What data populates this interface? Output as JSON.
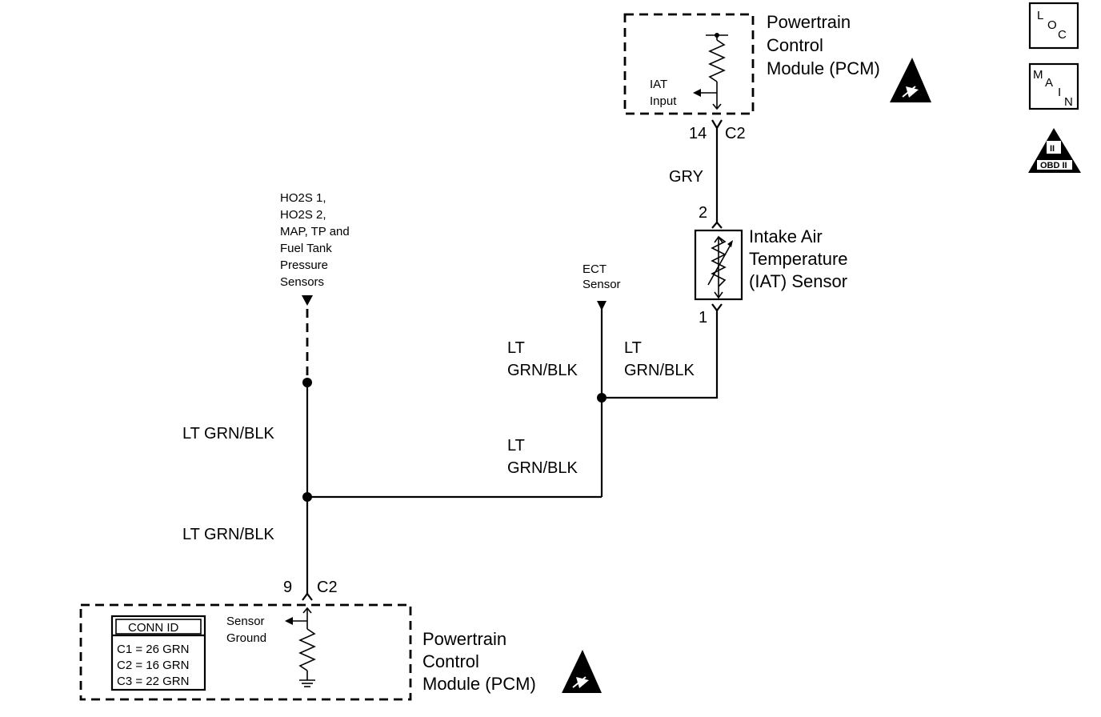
{
  "pcm_top": {
    "title_lines": [
      "Powertrain",
      "Control",
      "Module (PCM)"
    ],
    "input_lines": [
      "IAT",
      "Input"
    ],
    "pin": "14",
    "connector": "C2"
  },
  "pcm_bottom": {
    "title_lines": [
      "Powertrain",
      "Control",
      "Module (PCM)"
    ],
    "input_lines": [
      "Sensor",
      "Ground"
    ],
    "pin": "9",
    "connector": "C2",
    "conn_id": {
      "header": "CONN ID",
      "rows": [
        "C1 = 26 GRN",
        "C2 = 16 GRN",
        "C3 = 22 GRN"
      ]
    }
  },
  "iat_sensor": {
    "title_lines": [
      "Intake Air",
      "Temperature",
      "(IAT) Sensor"
    ],
    "pin_top": "2",
    "pin_bottom": "1"
  },
  "wires": {
    "gry": "GRY",
    "lt_grn_blk": "LT GRN/BLK",
    "lt": "LT",
    "grn_blk": "GRN/BLK"
  },
  "ect_lines": [
    "ECT",
    "Sensor"
  ],
  "ho2s_lines": [
    "HO2S 1,",
    "HO2S 2,",
    "MAP, TP and",
    "Fuel Tank",
    "Pressure",
    "Sensors"
  ],
  "icons": {
    "loc": [
      "L",
      "O",
      "C"
    ],
    "main": [
      "M",
      "A",
      "I",
      "N"
    ],
    "obd_numeral": "II",
    "obd_text": "OBD II"
  }
}
